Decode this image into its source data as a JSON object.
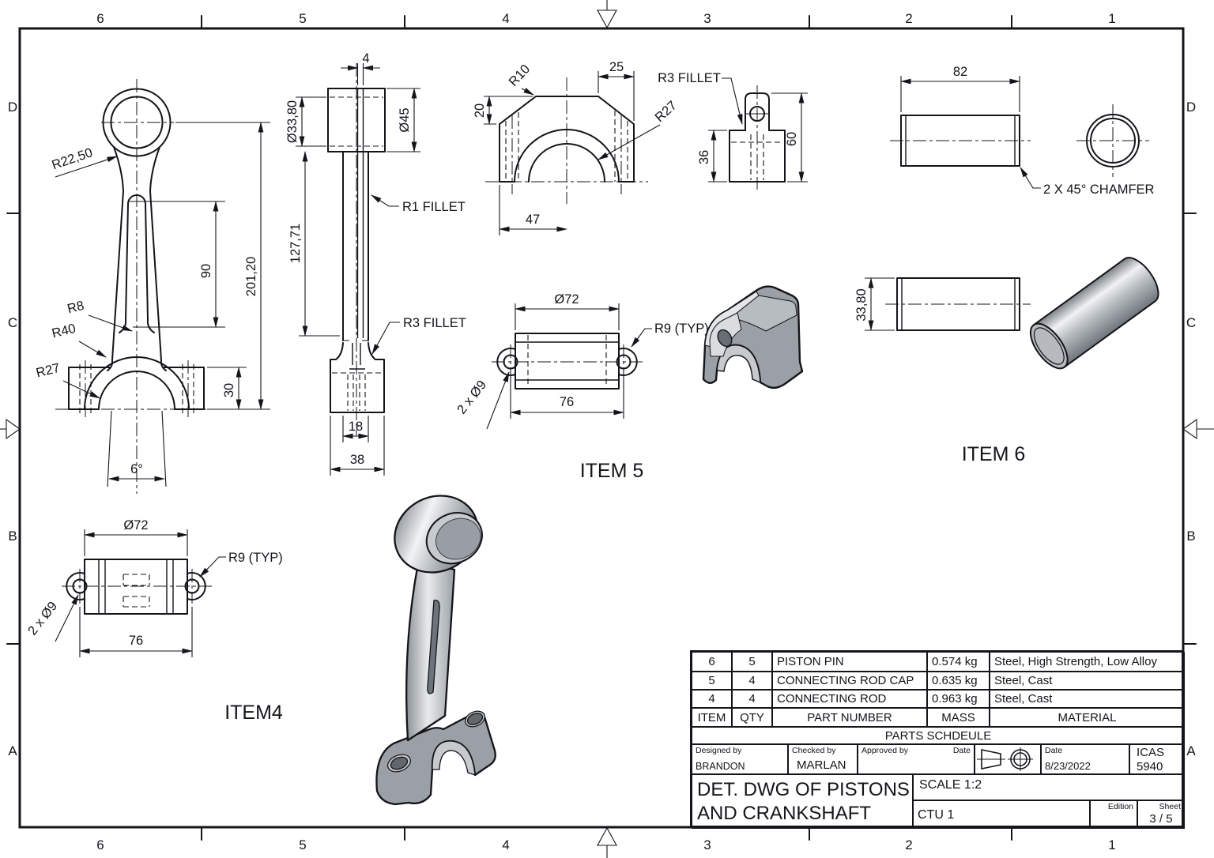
{
  "frame": {
    "cols": [
      "6",
      "5",
      "4",
      "3",
      "2",
      "1"
    ],
    "rows": [
      "D",
      "C",
      "B",
      "A"
    ]
  },
  "views": {
    "rod_front": {
      "r2250": "R22,50",
      "dim90": "90",
      "dim20120": "201,20",
      "r8": "R8",
      "r40": "R40",
      "r27": "R27",
      "dim30": "30",
      "angle": "6°"
    },
    "rod_side": {
      "dim4": "4",
      "d3380": "Ø33,80",
      "d45": "Ø45",
      "dim12771": "127,71",
      "r1": "R1 FILLET",
      "r3": "R3 FILLET",
      "dim18": "18",
      "dim38": "38"
    },
    "cap_top": {
      "r10": "R10",
      "dim25": "25",
      "dim20": "20",
      "r27": "R27",
      "dim47": "47"
    },
    "cap_side": {
      "r3": "R3 FILLET",
      "dim36": "36",
      "dim60": "60"
    },
    "pin": {
      "dim82": "82",
      "chamfer": "2 X 45° CHAMFER",
      "dim3380": "33,80"
    },
    "item4": {
      "d72": "Ø72",
      "r9": "R9 (TYP)",
      "holes": "2 x Ø9",
      "dim76": "76",
      "label": "ITEM4"
    },
    "item5": {
      "d72": "Ø72",
      "r9": "R9 (TYP)",
      "holes": "2 x Ø9",
      "dim76": "76",
      "label": "ITEM 5"
    },
    "item6": {
      "label": "ITEM 6"
    }
  },
  "parts_schedule": {
    "title": "PARTS SCHDEULE",
    "headers": {
      "item": "ITEM",
      "qty": "QTY",
      "part": "PART NUMBER",
      "mass": "MASS",
      "material": "MATERIAL"
    },
    "rows": [
      {
        "item": "6",
        "qty": "5",
        "part": "PISTON PIN",
        "mass": "0.574 kg",
        "material": "Steel, High Strength, Low Alloy"
      },
      {
        "item": "5",
        "qty": "4",
        "part": "CONNECTING ROD CAP",
        "mass": "0.635 kg",
        "material": "Steel, Cast"
      },
      {
        "item": "4",
        "qty": "4",
        "part": "CONNECTING ROD",
        "mass": "0.963 kg",
        "material": "Steel, Cast"
      }
    ]
  },
  "title_block": {
    "designed_label": "Designed by",
    "designed": "BRANDON",
    "checked_label": "Checked by",
    "checked": "MARLAN",
    "approved_label": "Approved by",
    "date_label": "Date",
    "date_label2": "Date",
    "date": "8/23/2022",
    "org": "ICAS",
    "org_num": "5940",
    "title1": "DET. DWG OF PISTONS",
    "title2": "AND CRANKSHAFT",
    "scale": "SCALE 1:2",
    "code": "CTU 1",
    "edition_label": "Edition",
    "sheet_label": "Sheet",
    "sheet": "3 / 5"
  },
  "colors": {
    "line": "#14141a",
    "render_gray": "#9aa0a6"
  }
}
